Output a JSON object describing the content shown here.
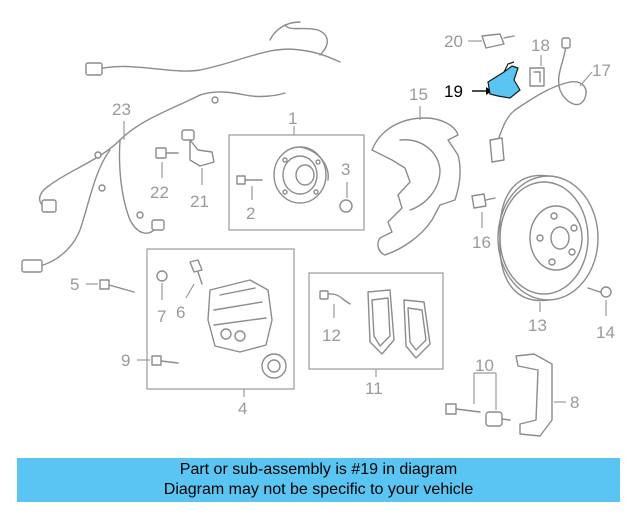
{
  "diagram": {
    "highlight_color": "#5ac5f2",
    "callouts": {
      "c1": "1",
      "c2": "2",
      "c3": "3",
      "c4": "4",
      "c5": "5",
      "c6": "6",
      "c7": "7",
      "c8": "8",
      "c9": "9",
      "c10": "10",
      "c11": "11",
      "c12": "12",
      "c13": "13",
      "c14": "14",
      "c15": "15",
      "c16": "16",
      "c17": "17",
      "c18": "18",
      "c19": "19",
      "c20": "20",
      "c21": "21",
      "c22": "22",
      "c23": "23"
    }
  },
  "banner": {
    "line1": "Part or sub-assembly is #19 in diagram",
    "line2": "Diagram may not be specific to your vehicle",
    "color": "#5ac5f2"
  }
}
